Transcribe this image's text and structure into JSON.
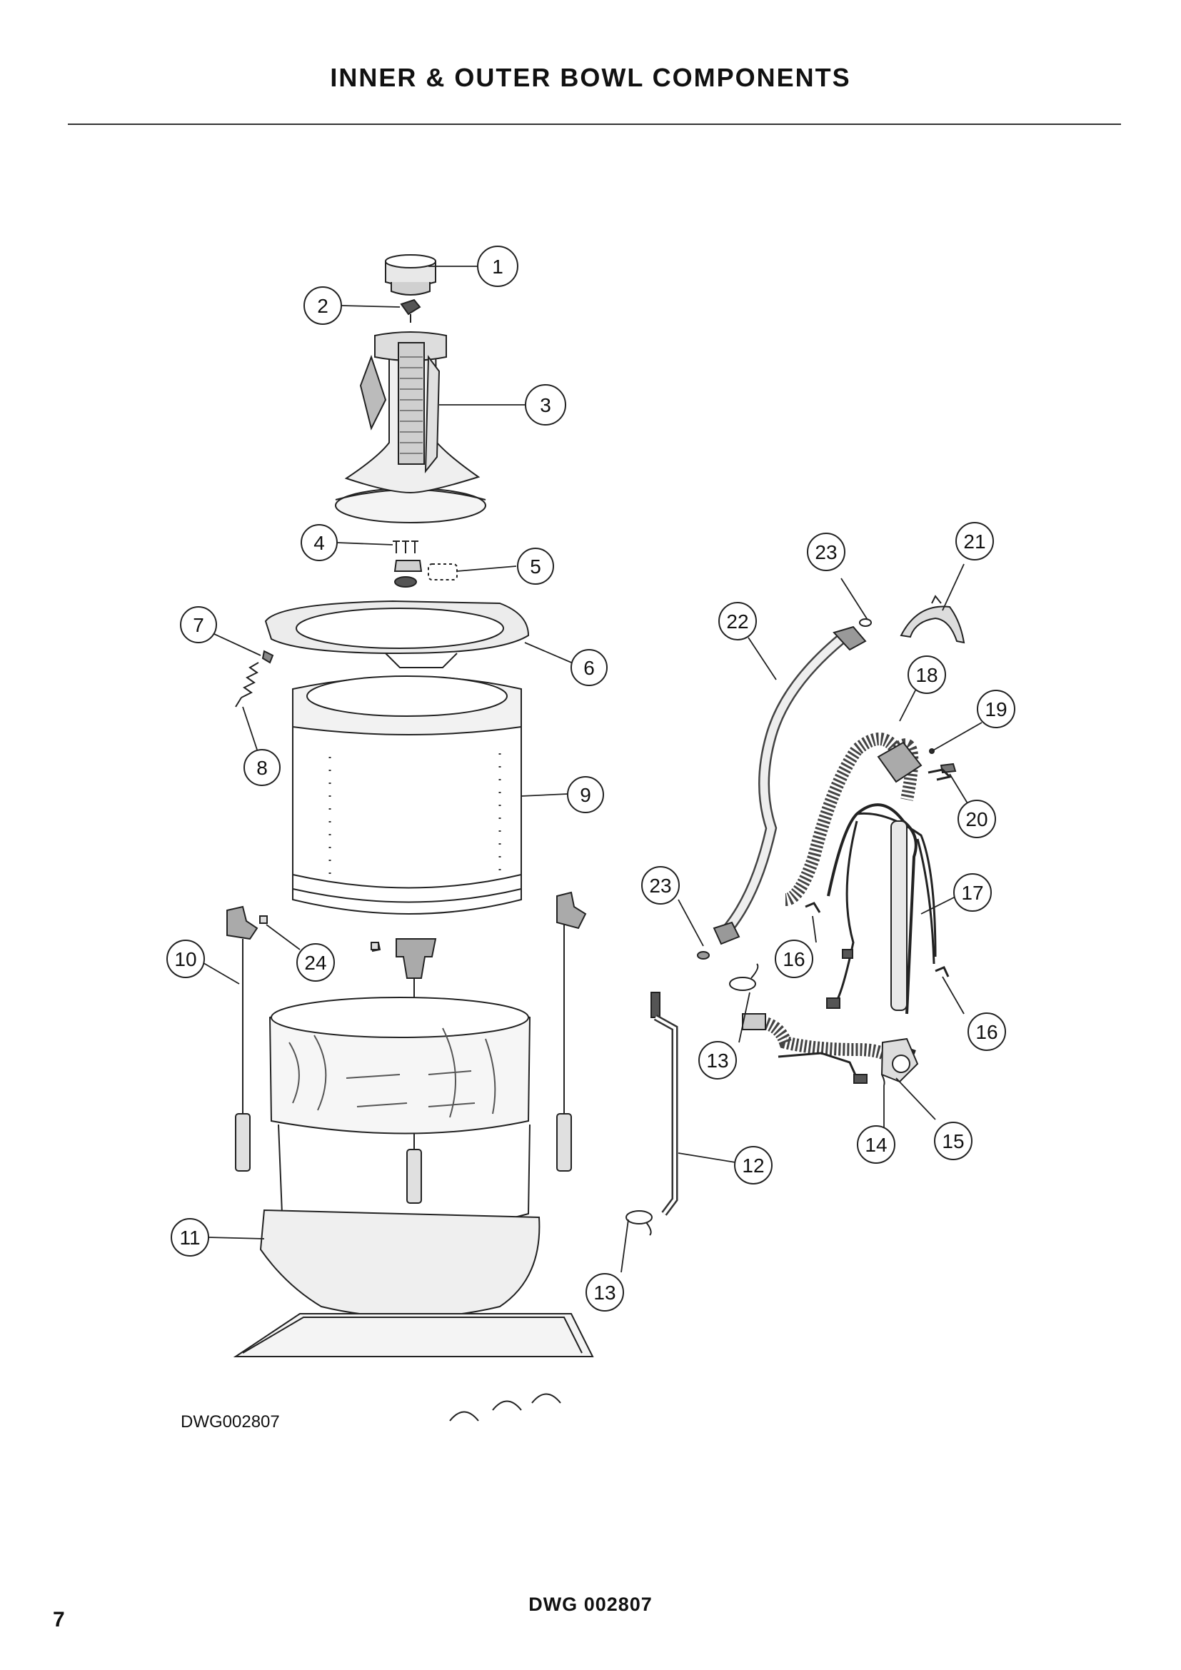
{
  "page": {
    "title": "INNER & OUTER BOWL COMPONENTS",
    "drawing_ref": "DWG002807",
    "footer_ref": "DWG 002807",
    "page_number": "7"
  },
  "callouts": [
    "1",
    "2",
    "3",
    "4",
    "5",
    "6",
    "7",
    "8",
    "9",
    "10",
    "11",
    "12",
    "13",
    "13",
    "14",
    "15",
    "16",
    "16",
    "17",
    "18",
    "19",
    "20",
    "21",
    "22",
    "23",
    "23",
    "24"
  ]
}
